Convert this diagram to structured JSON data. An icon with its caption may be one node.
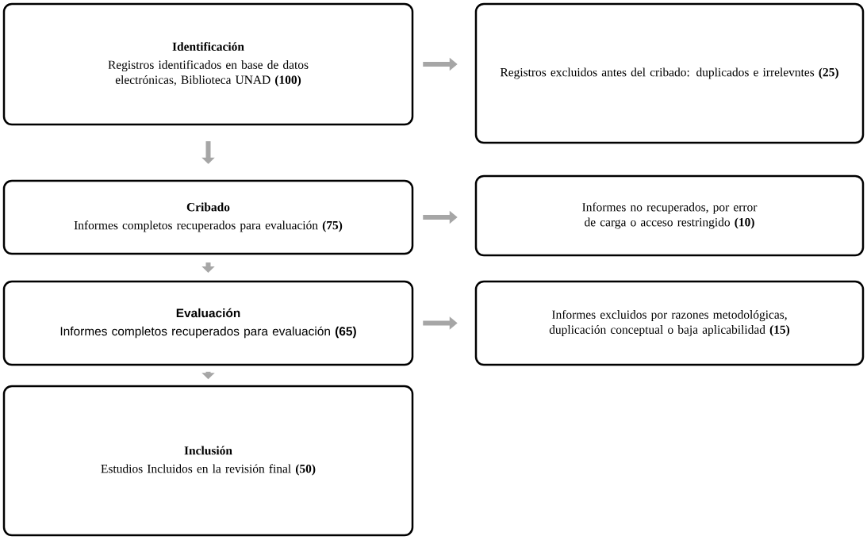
{
  "diagram": {
    "nodes": [
      {
        "text": [
          "Identificación",
          "Registros identificados en base de datos electrónicas, Biblioteca UNAD **(100)**"
        ]
      },
      {
        "text": [
          "Registros excluidos antes del cribado: duplicados e irrelevntes **(25)**"
        ]
      },
      {
        "text": [
          "Cribado",
          "Informes completos recuperados para evaluación **(75)**"
        ]
      },
      {
        "text": [
          "Informes no recuperados, por error de carga o acceso restringido **(10)**"
        ]
      },
      {
        "text": [
          "Evaluación",
          "Informes completos recuperados para evaluación **(65)**"
        ]
      },
      {
        "text": [
          "Informes excluidos por razones metodológicas, duplicación conceptual o baja aplicabilidad **(15)**"
        ]
      },
      {
        "text": [
          "Inclusión",
          "Estudios Incluidos en la revisión final **(50)**"
        ]
      }
    ],
    "edges": [
      {
        "from": 0,
        "to": 1,
        "arrow": "to"
      },
      {
        "from": 0,
        "to": 2,
        "arrow": "to"
      },
      {
        "from": 2,
        "to": 3,
        "arrow": "to"
      },
      {
        "from": 2,
        "to": 4,
        "arrow": "to"
      },
      {
        "from": 4,
        "to": 5,
        "arrow": "to"
      },
      {
        "from": 4,
        "to": 6,
        "arrow": "to"
      }
    ]
  }
}
